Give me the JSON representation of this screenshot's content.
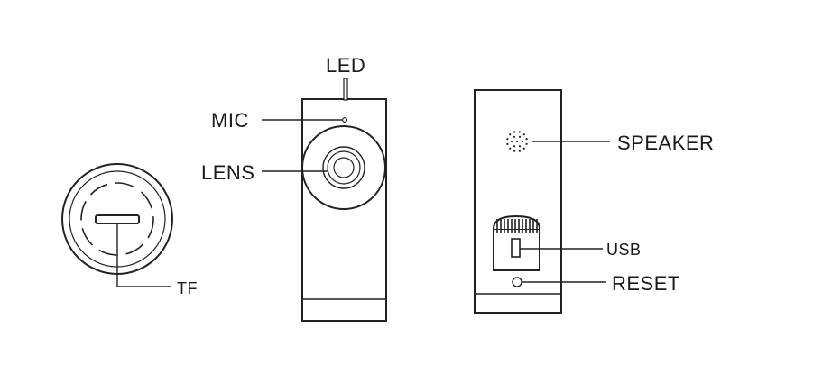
{
  "labels": {
    "led": "LED",
    "mic": "MIC",
    "lens": "LENS",
    "tf": "TF",
    "speaker": "SPEAKER",
    "usb": "USB",
    "reset": "RESET"
  },
  "colors": {
    "stroke": "#222222",
    "text": "#1a1a1a",
    "background": "#ffffff"
  }
}
